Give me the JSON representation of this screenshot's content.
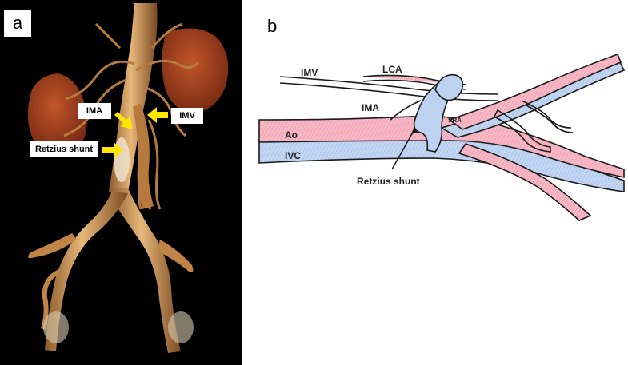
{
  "figure": {
    "panels": [
      {
        "letter": "a",
        "labels": {
          "ima": "IMA",
          "imv": "IMV",
          "retzius": "Retzius shunt"
        },
        "colors": {
          "background": "#000000",
          "vessel": "#c98d4f",
          "kidney": "#9b3a18",
          "arrow": "#ffe600"
        }
      },
      {
        "letter": "b",
        "labels": {
          "imv": "IMV",
          "lca": "LCA",
          "ima": "IMA",
          "ao": "Ao",
          "ivc": "IVC",
          "sra": "SRA",
          "retzius": "Retzius shunt"
        },
        "colors": {
          "artery": "#f4a6b7",
          "vein": "#a9c6ec",
          "outline": "#1a1a1a"
        }
      }
    ]
  }
}
